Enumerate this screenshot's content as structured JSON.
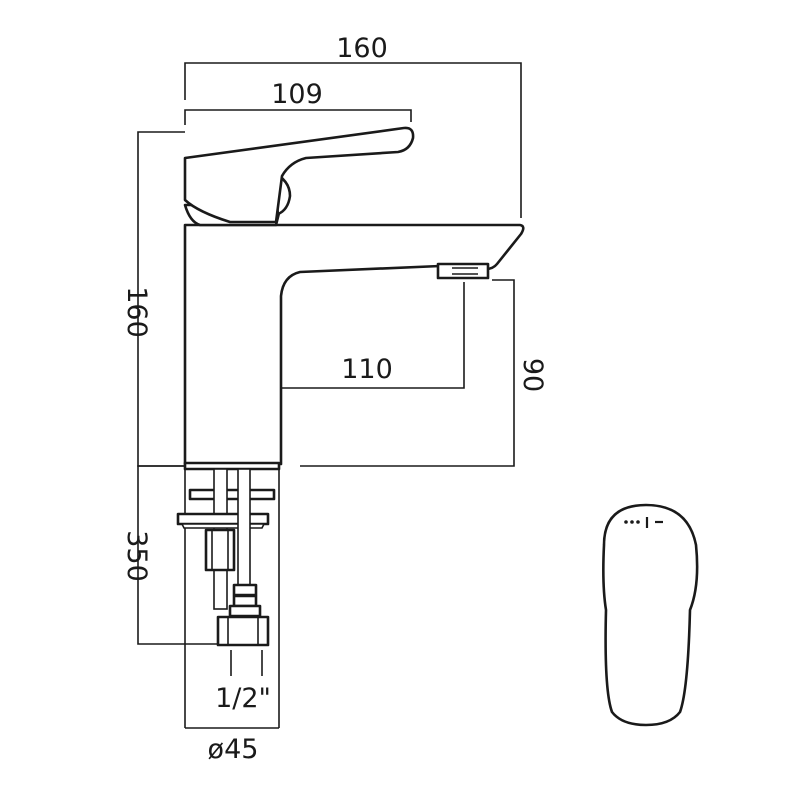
{
  "drawing": {
    "dimensions": {
      "overall_width": "160",
      "handle_length": "109",
      "overall_height": "160",
      "spout_reach": "110",
      "spout_height": "90",
      "tail_length": "350",
      "connection": "1/2\"",
      "base_diameter": "ø45"
    }
  },
  "colors": {
    "line": "#1a1a1a",
    "background": "#ffffff"
  }
}
